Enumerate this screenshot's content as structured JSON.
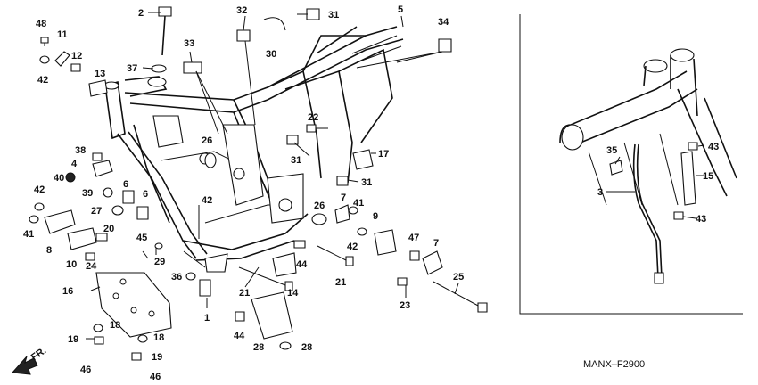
{
  "drawing_code": "MANX–F2900",
  "direction_label": "FR.",
  "callouts": [
    {
      "id": "c48",
      "text": "48"
    },
    {
      "id": "c11",
      "text": "11"
    },
    {
      "id": "c12",
      "text": "12"
    },
    {
      "id": "c42a",
      "text": "42"
    },
    {
      "id": "c13",
      "text": "13"
    },
    {
      "id": "c2",
      "text": "2"
    },
    {
      "id": "c37",
      "text": "37"
    },
    {
      "id": "c33",
      "text": "33"
    },
    {
      "id": "c32",
      "text": "32"
    },
    {
      "id": "c30",
      "text": "30"
    },
    {
      "id": "c31a",
      "text": "31"
    },
    {
      "id": "c5",
      "text": "5"
    },
    {
      "id": "c34",
      "text": "34"
    },
    {
      "id": "c22",
      "text": "22"
    },
    {
      "id": "c26a",
      "text": "26"
    },
    {
      "id": "c31b",
      "text": "31"
    },
    {
      "id": "c17",
      "text": "17"
    },
    {
      "id": "c31c",
      "text": "31"
    },
    {
      "id": "c38",
      "text": "38"
    },
    {
      "id": "c4",
      "text": "4"
    },
    {
      "id": "c40",
      "text": "40"
    },
    {
      "id": "c39",
      "text": "39"
    },
    {
      "id": "c6a",
      "text": "6"
    },
    {
      "id": "c6b",
      "text": "6"
    },
    {
      "id": "c27",
      "text": "27"
    },
    {
      "id": "c42b",
      "text": "42"
    },
    {
      "id": "c42c",
      "text": "42"
    },
    {
      "id": "c41a",
      "text": "41"
    },
    {
      "id": "c8",
      "text": "8"
    },
    {
      "id": "c20",
      "text": "20"
    },
    {
      "id": "c10",
      "text": "10"
    },
    {
      "id": "c24",
      "text": "24"
    },
    {
      "id": "c45",
      "text": "45"
    },
    {
      "id": "c29",
      "text": "29"
    },
    {
      "id": "c26b",
      "text": "26"
    },
    {
      "id": "c7a",
      "text": "7"
    },
    {
      "id": "c41b",
      "text": "41"
    },
    {
      "id": "c9",
      "text": "9"
    },
    {
      "id": "c42d",
      "text": "42"
    },
    {
      "id": "c47",
      "text": "47"
    },
    {
      "id": "c7b",
      "text": "7"
    },
    {
      "id": "c44a",
      "text": "44"
    },
    {
      "id": "c21a",
      "text": "21"
    },
    {
      "id": "c21b",
      "text": "21"
    },
    {
      "id": "c14",
      "text": "14"
    },
    {
      "id": "c36",
      "text": "36"
    },
    {
      "id": "c1",
      "text": "1"
    },
    {
      "id": "c25",
      "text": "25"
    },
    {
      "id": "c23",
      "text": "23"
    },
    {
      "id": "c16",
      "text": "16"
    },
    {
      "id": "c18a",
      "text": "18"
    },
    {
      "id": "c18b",
      "text": "18"
    },
    {
      "id": "c19a",
      "text": "19"
    },
    {
      "id": "c19b",
      "text": "19"
    },
    {
      "id": "c46a",
      "text": "46"
    },
    {
      "id": "c46b",
      "text": "46"
    },
    {
      "id": "c44b",
      "text": "44"
    },
    {
      "id": "c28a",
      "text": "28"
    },
    {
      "id": "c28b",
      "text": "28"
    },
    {
      "id": "c35",
      "text": "35"
    },
    {
      "id": "c43a",
      "text": "43"
    },
    {
      "id": "c15",
      "text": "15"
    },
    {
      "id": "c3",
      "text": "3"
    },
    {
      "id": "c43b",
      "text": "43"
    }
  ]
}
